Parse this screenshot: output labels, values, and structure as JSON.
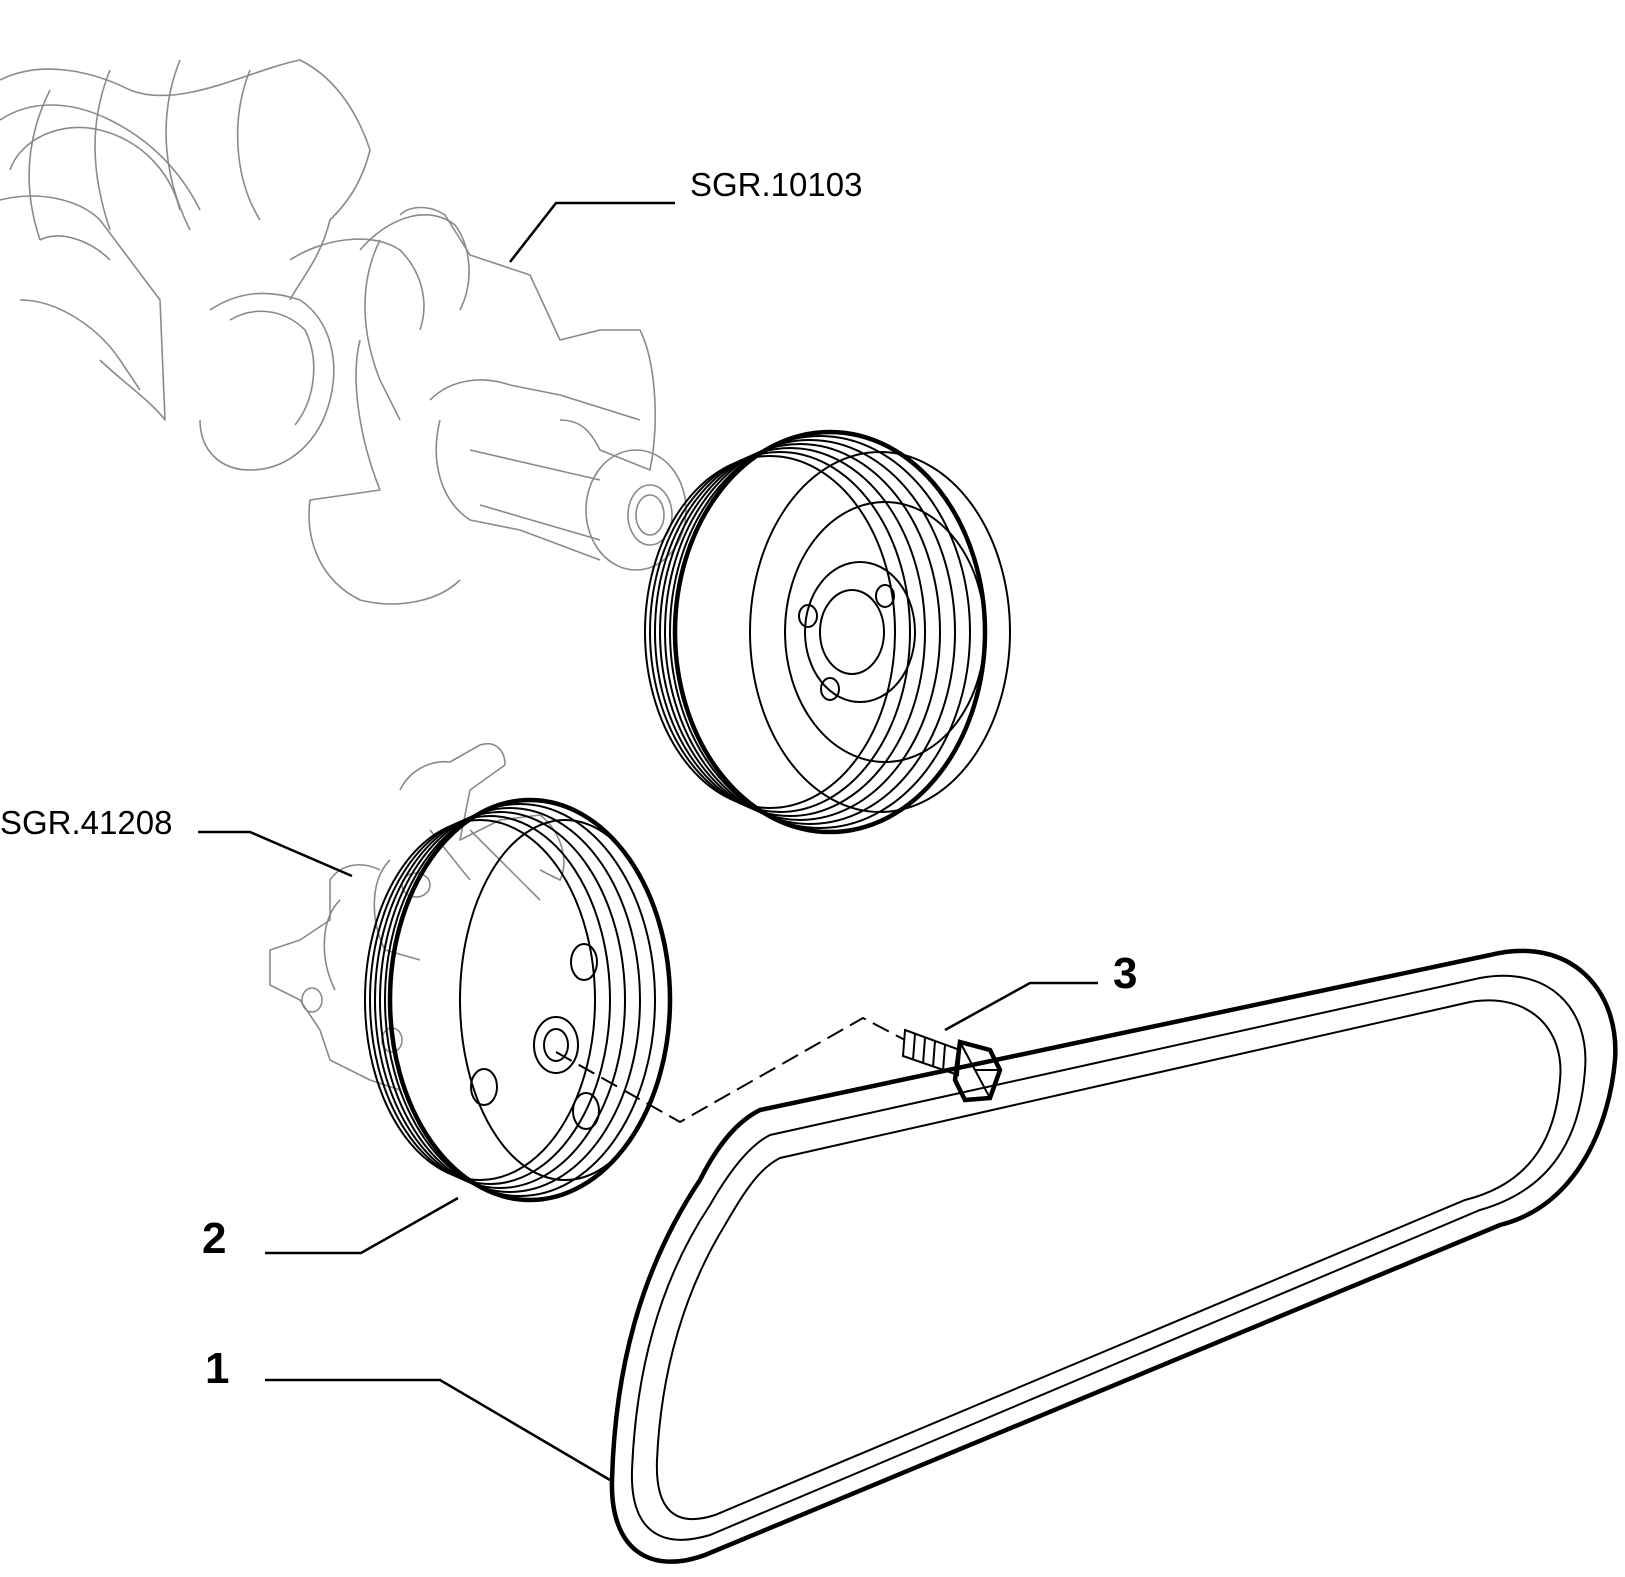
{
  "references": {
    "crankshaft": "SGR.10103",
    "power_steering_pump": "SGR.41208"
  },
  "callouts": {
    "belt": "1",
    "pump_pulley": "2",
    "bolt": "3"
  }
}
